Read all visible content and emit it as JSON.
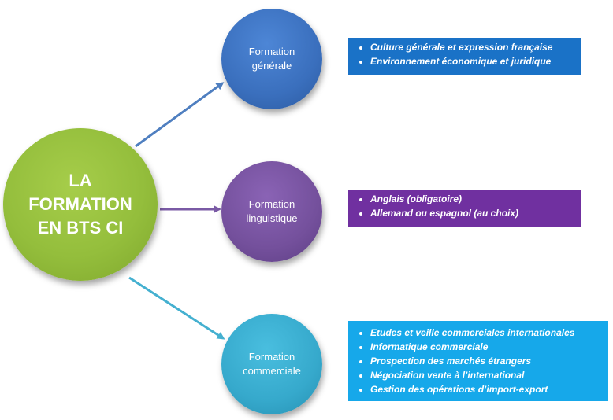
{
  "center": {
    "label": "LA\nFORMATION\nEN BTS CI",
    "color": "#94be3c"
  },
  "branches": [
    {
      "title": "Formation\ngénérale",
      "color": "#3a6fbd",
      "box_color": "#1a72c7",
      "items": [
        "Culture générale et expression française",
        "Environnement économique et juridique"
      ]
    },
    {
      "title": "Formation\nlinguistique",
      "color": "#74509c",
      "box_color": "#7030a0",
      "items": [
        "Anglais (obligatoire)",
        "Allemand ou espagnol (au choix)"
      ]
    },
    {
      "title": "Formation\ncommerciale",
      "color": "#36a9cc",
      "box_color": "#16a8ea",
      "items": [
        "Etudes et veille commerciales internationales",
        "Informatique commerciale",
        "Prospection des marchés étrangers",
        "Négociation vente à l’international",
        "Gestion des opérations d’import-export"
      ]
    }
  ]
}
